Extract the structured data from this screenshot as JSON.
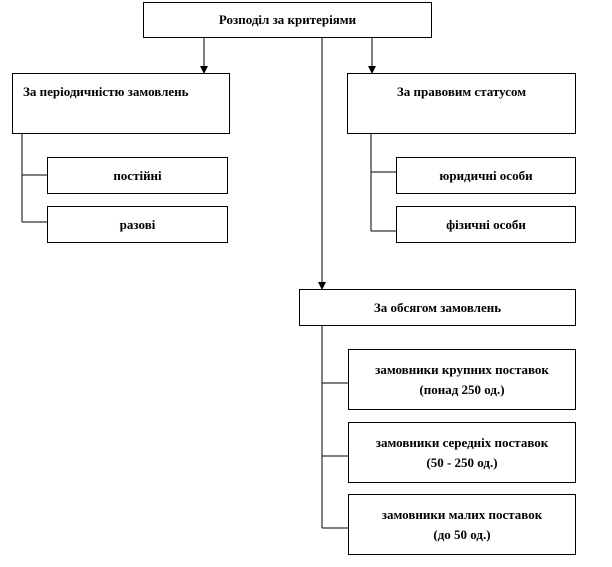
{
  "root": {
    "label": "Розподіл за критеріями"
  },
  "periodicity": {
    "label": "За періодичністю  замовлень",
    "items": [
      "постійні",
      "разові"
    ]
  },
  "legal_status": {
    "label": "За правовим статусом",
    "items": [
      "юридичні особи",
      "фізичні  особи"
    ]
  },
  "volume": {
    "label": "За обсягом замовлень",
    "items": [
      {
        "line1": "замовники крупних поставок",
        "line2": "(понад 250 од.)"
      },
      {
        "line1": "замовники середніх поставок",
        "line2": "(50 - 250 од.)"
      },
      {
        "line1": "замовники малих поставок",
        "line2": "(до 50 од.)"
      }
    ]
  }
}
